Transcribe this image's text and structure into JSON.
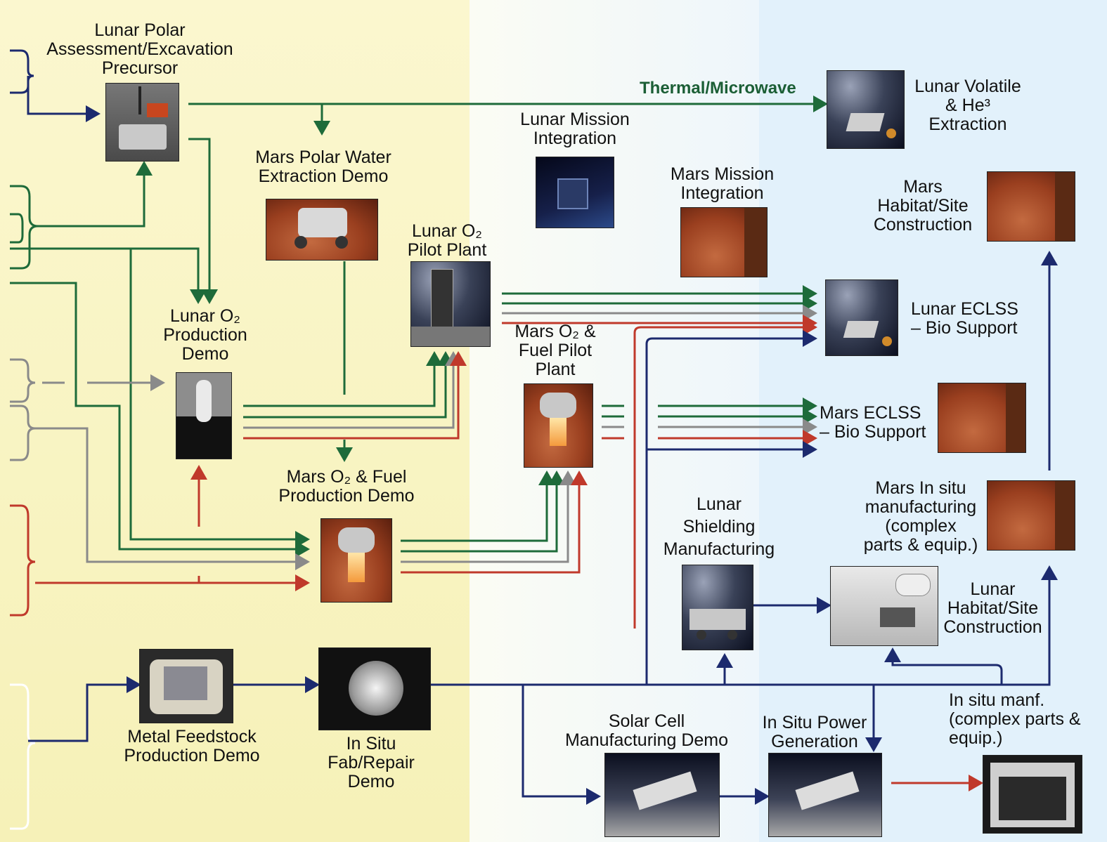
{
  "nodes": {
    "lunar_polar": {
      "label": [
        "Lunar Polar",
        "Assessment/Excavation",
        "Precursor"
      ]
    },
    "mars_polar_water": {
      "label": [
        "Mars Polar Water",
        "Extraction Demo"
      ]
    },
    "lunar_mission": {
      "label": [
        "Lunar Mission",
        "Integration"
      ]
    },
    "mars_mission": {
      "label": [
        "Mars Mission",
        "Integration"
      ]
    },
    "lunar_volatile": {
      "label": [
        "Lunar Volatile",
        "& He³",
        "Extraction"
      ]
    },
    "mars_habitat": {
      "label": [
        "Mars",
        "Habitat/Site",
        "Construction"
      ]
    },
    "lunar_o2_pilot": {
      "label": [
        "Lunar O₂",
        "Pilot Plant"
      ]
    },
    "lunar_o2_prod": {
      "label": [
        "Lunar O₂",
        "Production",
        "Demo"
      ]
    },
    "mars_o2_pilot": {
      "label": [
        "Mars O₂ &",
        "Fuel Pilot",
        "Plant"
      ]
    },
    "lunar_eclss": {
      "label": [
        "Lunar ECLSS",
        "– Bio Support"
      ]
    },
    "mars_eclss": {
      "label": [
        "Mars ECLSS",
        "– Bio Support"
      ]
    },
    "mars_o2_prod": {
      "label": [
        "Mars O₂ & Fuel",
        "Production Demo"
      ]
    },
    "mars_insitu": {
      "label": [
        "Mars In situ",
        "manufacturing",
        "(complex",
        "parts & equip.)"
      ]
    },
    "lunar_shielding": {
      "label": [
        "Lunar",
        "Shielding",
        "Manufacturing"
      ]
    },
    "lunar_habitat": {
      "label": [
        "Lunar",
        "Habitat/Site",
        "Construction"
      ]
    },
    "metal_feedstock": {
      "label": [
        "Metal Feedstock",
        "Production Demo"
      ]
    },
    "insitu_fab": {
      "label": [
        "In Situ",
        "Fab/Repair",
        "Demo"
      ]
    },
    "solar_cell": {
      "label": [
        "Solar Cell",
        "Manufacturing  Demo"
      ]
    },
    "insitu_power": {
      "label": [
        "In Situ Power",
        "Generation"
      ]
    },
    "insitu_manf": {
      "label": [
        "In situ manf.",
        "(complex parts &",
        "equip.)"
      ]
    }
  },
  "annotations": {
    "thermal_microwave": "Thermal/Microwave"
  },
  "colors": {
    "green": "#1e6b3a",
    "grey": "#8a8a8a",
    "red": "#c0392b",
    "navy": "#1c2a6e"
  }
}
